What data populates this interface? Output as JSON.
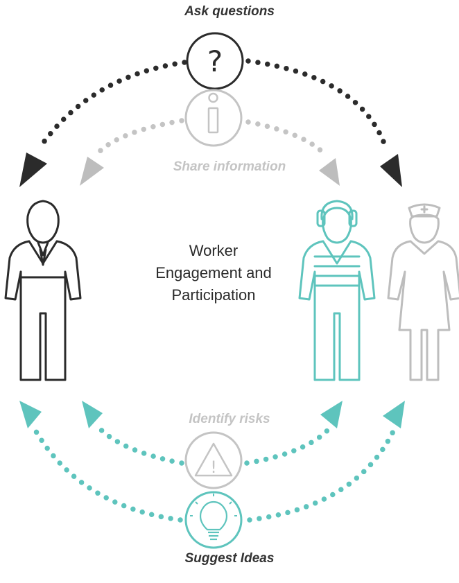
{
  "labels": {
    "ask_questions": "Ask questions",
    "share_information": "Share information",
    "identify_risks": "Identify risks",
    "suggest_ideas": "Suggest Ideas"
  },
  "center_title": [
    "Worker",
    "Engagement and",
    "Participation"
  ],
  "icons": {
    "question_symbol": "?",
    "info_symbol": "i",
    "warning_symbol": "!"
  },
  "figures": [
    "manager",
    "worker-with-hearing-protection",
    "nurse"
  ],
  "colors": {
    "dark": "#2b2b2b",
    "grey": "#bdbdbd",
    "teal": "#5ec4bd"
  }
}
